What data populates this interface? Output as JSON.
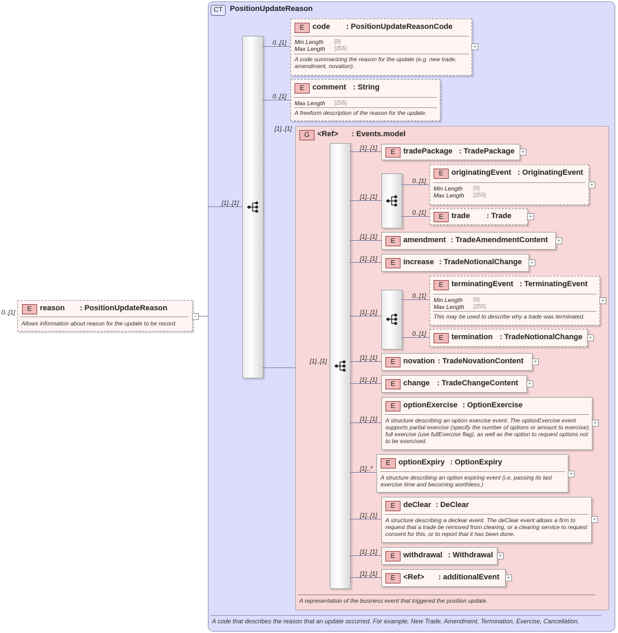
{
  "complex_type": {
    "tag": "CT",
    "name": "PositionUpdateReason"
  },
  "root": {
    "cardinality": "0..[1]",
    "tag": "E",
    "name": "reason",
    "type": ": PositionUpdateReason",
    "doc": "Allows information about reason for the update to be record.",
    "expander": "−"
  },
  "seq_cardinality": "[1]..[1]",
  "code": {
    "cardinality": "0..[1]",
    "tag": "E",
    "name": "code",
    "type": ": PositionUpdateReasonCode",
    "min_length_label": "Min Length",
    "min_length": "[0]",
    "max_length_label": "Max Length",
    "max_length": "[255]",
    "doc": "A code summarizing the reason for the update (e.g. new trade, amendment, novation)."
  },
  "comment": {
    "cardinality": "0..[1]",
    "tag": "E",
    "name": "comment",
    "type": ": String",
    "max_length_label": "Max Length",
    "max_length": "[255]",
    "doc": "A freeform description of the reason for the update."
  },
  "events": {
    "cardinality": "[1]..[1]",
    "tag": "G",
    "name": "<Ref>",
    "type": ": Events.model",
    "inner_seq_cardinality": "[1]..[1]",
    "doc": "A representation of the business event that triggered the position update."
  },
  "tradePackage": {
    "cardinality": "[1]..[1]",
    "tag": "E",
    "name": "tradePackage",
    "type": ": TradePackage"
  },
  "choice1": {
    "cardinality": "[1]..[1]"
  },
  "originatingEvent": {
    "cardinality": "0..[1]",
    "tag": "E",
    "name": "originatingEvent",
    "type": ": OriginatingEvent",
    "min_length_label": "Min Length",
    "min_length": "[0]",
    "max_length_label": "Max Length",
    "max_length": "[255]"
  },
  "trade": {
    "cardinality": "0..[1]",
    "tag": "E",
    "name": "trade",
    "type": ": Trade"
  },
  "amendment": {
    "cardinality": "[1]..[1]",
    "tag": "E",
    "name": "amendment",
    "type": ": TradeAmendmentContent"
  },
  "increase": {
    "cardinality": "[1]..[1]",
    "tag": "E",
    "name": "increase",
    "type": ": TradeNotionalChange"
  },
  "choice2": {
    "cardinality": "[1]..[1]"
  },
  "terminatingEvent": {
    "cardinality": "0..[1]",
    "tag": "E",
    "name": "terminatingEvent",
    "type": ": TerminatingEvent",
    "min_length_label": "Min Length",
    "min_length": "[0]",
    "max_length_label": "Max Length",
    "max_length": "[255]",
    "doc": "This may be used to describe why a trade was terminated."
  },
  "termination": {
    "cardinality": "0..[1]",
    "tag": "E",
    "name": "termination",
    "type": ": TradeNotionalChange"
  },
  "novation": {
    "cardinality": "[1]..[1]",
    "tag": "E",
    "name": "novation",
    "type": ": TradeNovationContent"
  },
  "change": {
    "cardinality": "[1]..[1]",
    "tag": "E",
    "name": "change",
    "type": ": TradeChangeContent"
  },
  "optionExercise": {
    "cardinality": "[1]..[1]",
    "tag": "E",
    "name": "optionExercise",
    "type": ": OptionExercise",
    "doc": "A structure describing an option exercise event. The optionExercise event supports partial exercise (specify the number of options or amount to exercise), full exercise (use fullExercise flag), as well as the option to request options not to be exercised."
  },
  "optionExpiry": {
    "cardinality": "[1]..*",
    "tag": "E",
    "name": "optionExpiry",
    "type": ": OptionExpiry",
    "doc": "A structure describing an option expiring event (i.e. passing its last exercise time and becoming worthless.)"
  },
  "deClear": {
    "cardinality": "[1]..[1]",
    "tag": "E",
    "name": "deClear",
    "type": ": DeClear",
    "doc": "A structure describing a declear event. The deClear event allows a firm to request that a trade be removed from clearing, or a clearing service to request consent for this, or to report that it has been done."
  },
  "withdrawal": {
    "cardinality": "[1]..[1]",
    "tag": "E",
    "name": "withdrawal",
    "type": ": Withdrawal"
  },
  "additionalEvent": {
    "cardinality": "[1]..[1]",
    "tag": "E",
    "name": "<Ref>",
    "type": ": additionalEvent"
  },
  "expander": "+",
  "footer": "A code that describes the reason that an update occurred. For example, New Trade, Amendment, Termination, Exercise, Cancellation."
}
